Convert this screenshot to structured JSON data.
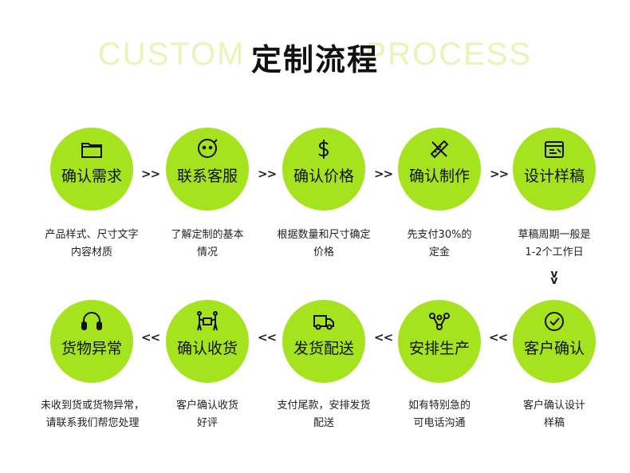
{
  "header": {
    "bg_left": "CUSTOM",
    "bg_right": "PROCESS",
    "title": "定制流程"
  },
  "steps": [
    {
      "label": "确认需求",
      "icon": "folder-icon",
      "desc1": "产品样式、尺寸文字",
      "desc2": "内容材质"
    },
    {
      "label": "联系客服",
      "icon": "chat-face-icon",
      "desc1": "了解定制的基本",
      "desc2": "情况"
    },
    {
      "label": "确认价格",
      "icon": "dollar-icon",
      "desc1": "根据数量和尺寸确定",
      "desc2": "价格"
    },
    {
      "label": "确认制作",
      "icon": "ruler-pencil-icon",
      "desc1": "先支付30%的",
      "desc2": "定金"
    },
    {
      "label": "设计样稿",
      "icon": "draft-box-icon",
      "desc1": "草稿周期一般是",
      "desc2": "1-2个工作日"
    },
    {
      "label": "客户确认",
      "icon": "check-circle-icon",
      "desc1": "客户确认设计",
      "desc2": "样稿"
    },
    {
      "label": "安排生产",
      "icon": "workflow-icon",
      "desc1": "如有特别急的",
      "desc2": "可电话沟通"
    },
    {
      "label": "发货配送",
      "icon": "truck-icon",
      "desc1": "支付尾款，安排发货",
      "desc2": "配送"
    },
    {
      "label": "确认收货",
      "icon": "receive-package-icon",
      "desc1": "客户确认收货",
      "desc2": "好评"
    },
    {
      "label": "货物异常",
      "icon": "headset-icon",
      "desc1": "未收到货或货物异常，",
      "desc2": "请联系我们帮您处理"
    }
  ],
  "arrows": {
    "forward": ">>",
    "back": "<<",
    "down": "v"
  },
  "colors": {
    "accent": "#a5e31e",
    "bg_text": "#e6f5b8"
  }
}
